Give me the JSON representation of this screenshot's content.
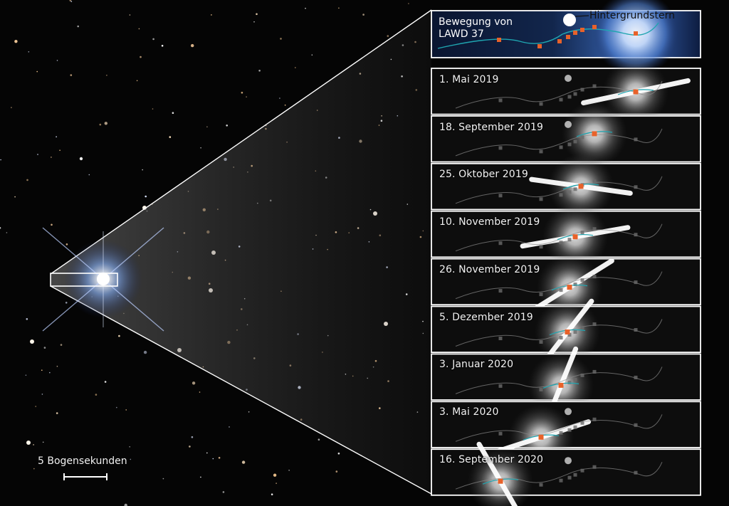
{
  "inset": {
    "title_line1": "Bewegung von",
    "title_line2": "LAWD 37",
    "background_star_label": "Hintergrundstern"
  },
  "panels": [
    {
      "date": "1. Mai 2019"
    },
    {
      "date": "18. September 2019"
    },
    {
      "date": "25. Oktober 2019"
    },
    {
      "date": "10. November 2019"
    },
    {
      "date": "26. November 2019"
    },
    {
      "date": "5. Dezember 2019"
    },
    {
      "date": "3. Januar 2020"
    },
    {
      "date": "3. Mai 2020"
    },
    {
      "date": "16. September 2020"
    }
  ],
  "scale_bar": {
    "label": "5 Bogensekunden"
  },
  "colors": {
    "path": "#1fa5b0",
    "marker": "#e8622a",
    "frame": "#ffffff"
  }
}
